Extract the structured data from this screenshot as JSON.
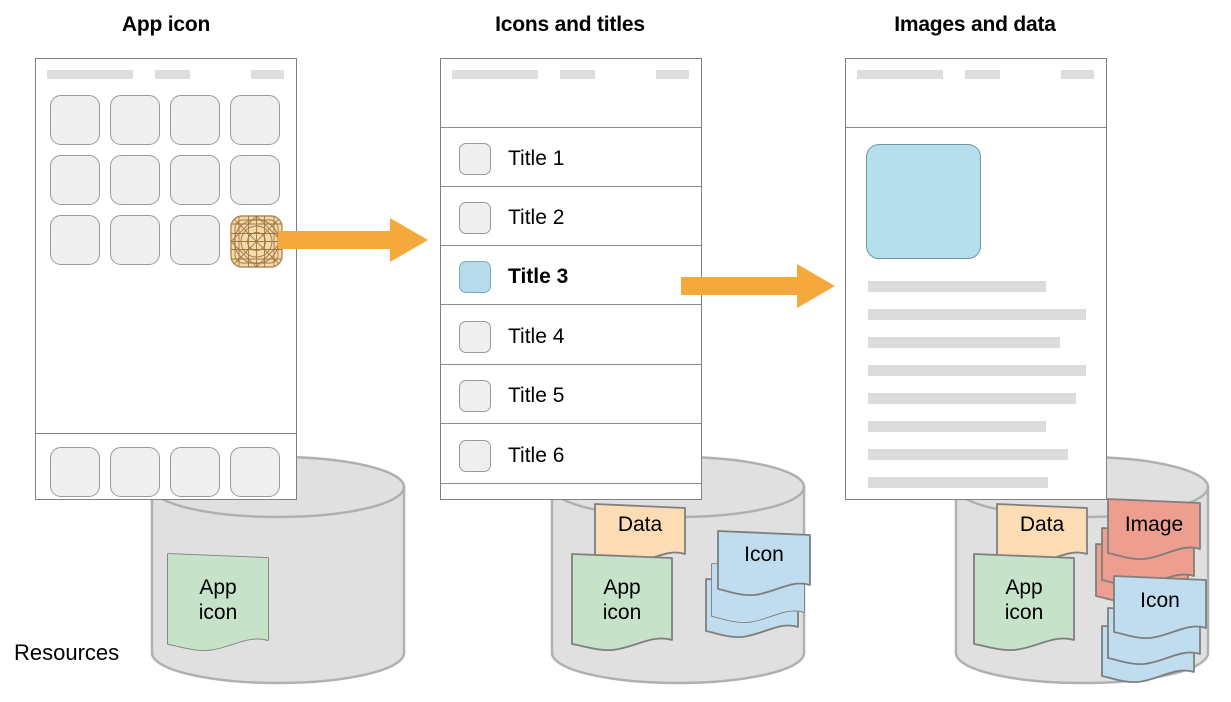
{
  "columns": [
    {
      "title": "App icon"
    },
    {
      "title": "Icons and titles"
    },
    {
      "title": "Images and data"
    }
  ],
  "resources_label": "Resources",
  "list_rows": [
    {
      "label": "Title 1",
      "selected": false
    },
    {
      "label": "Title 2",
      "selected": false
    },
    {
      "label": "Title 3",
      "selected": true
    },
    {
      "label": "Title 4",
      "selected": false
    },
    {
      "label": "Title 5",
      "selected": false
    },
    {
      "label": "Title 6",
      "selected": false
    }
  ],
  "cards": {
    "app_icon": "App\nicon",
    "data": "Data",
    "icon": "Icon",
    "image": "Image"
  },
  "cylinders": [
    {
      "name": "resources-store-1",
      "cards": [
        "app_icon"
      ]
    },
    {
      "name": "resources-store-2",
      "cards": [
        "data",
        "app_icon",
        "icon"
      ]
    },
    {
      "name": "resources-store-3",
      "cards": [
        "data",
        "image",
        "app_icon",
        "icon"
      ]
    }
  ],
  "colors": {
    "accent_arrow": "#F5A83C",
    "selected_blue": "#B6DCEC",
    "card_app_icon": "#C6E3C9",
    "card_data": "#FBDCB4",
    "card_icon": "#BFDDEE",
    "card_image": "#EE9E8E",
    "cylinder_fill": "#E0E0E0",
    "placeholder_grey": "#DCDCDC",
    "tile_fill": "#EFEFEF",
    "frame_stroke": "#808080"
  },
  "detail_text_lines": [
    8
  ],
  "status_bar_chips": 3
}
